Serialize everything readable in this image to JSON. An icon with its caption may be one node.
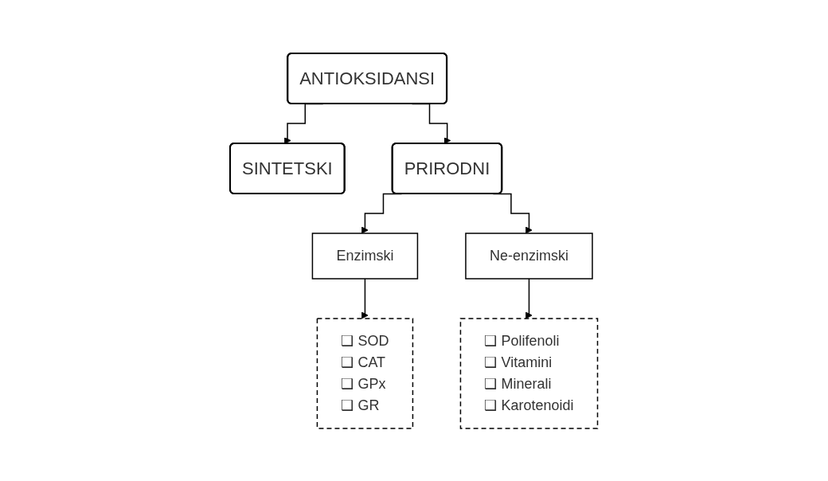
{
  "diagram": {
    "nodes": [
      {
        "text": [
          "ANTIOKSIDANSI"
        ]
      },
      {
        "text": [
          "SINTETSKI"
        ]
      },
      {
        "text": [
          "PRIRODNI"
        ]
      },
      {
        "text": [
          "Enzimski"
        ]
      },
      {
        "text": [
          "Ne-enzimski"
        ]
      },
      {
        "text": [
          "❑ SOD",
          "❑ CAT",
          "❑ GPx",
          "❑ GR"
        ]
      },
      {
        "text": [
          "❑ Polifenoli",
          "❑ Vitamini",
          "❑ Minerali",
          "❑ Karotenoidi"
        ]
      }
    ],
    "edges": [
      {
        "from": 0,
        "to": 1,
        "arrow": "to"
      },
      {
        "from": 0,
        "to": 2,
        "arrow": "to"
      },
      {
        "from": 2,
        "to": 3,
        "arrow": "to"
      },
      {
        "from": 2,
        "to": 4,
        "arrow": "to"
      },
      {
        "from": 3,
        "to": 5,
        "arrow": "to"
      },
      {
        "from": 4,
        "to": 6,
        "arrow": "to"
      }
    ]
  }
}
